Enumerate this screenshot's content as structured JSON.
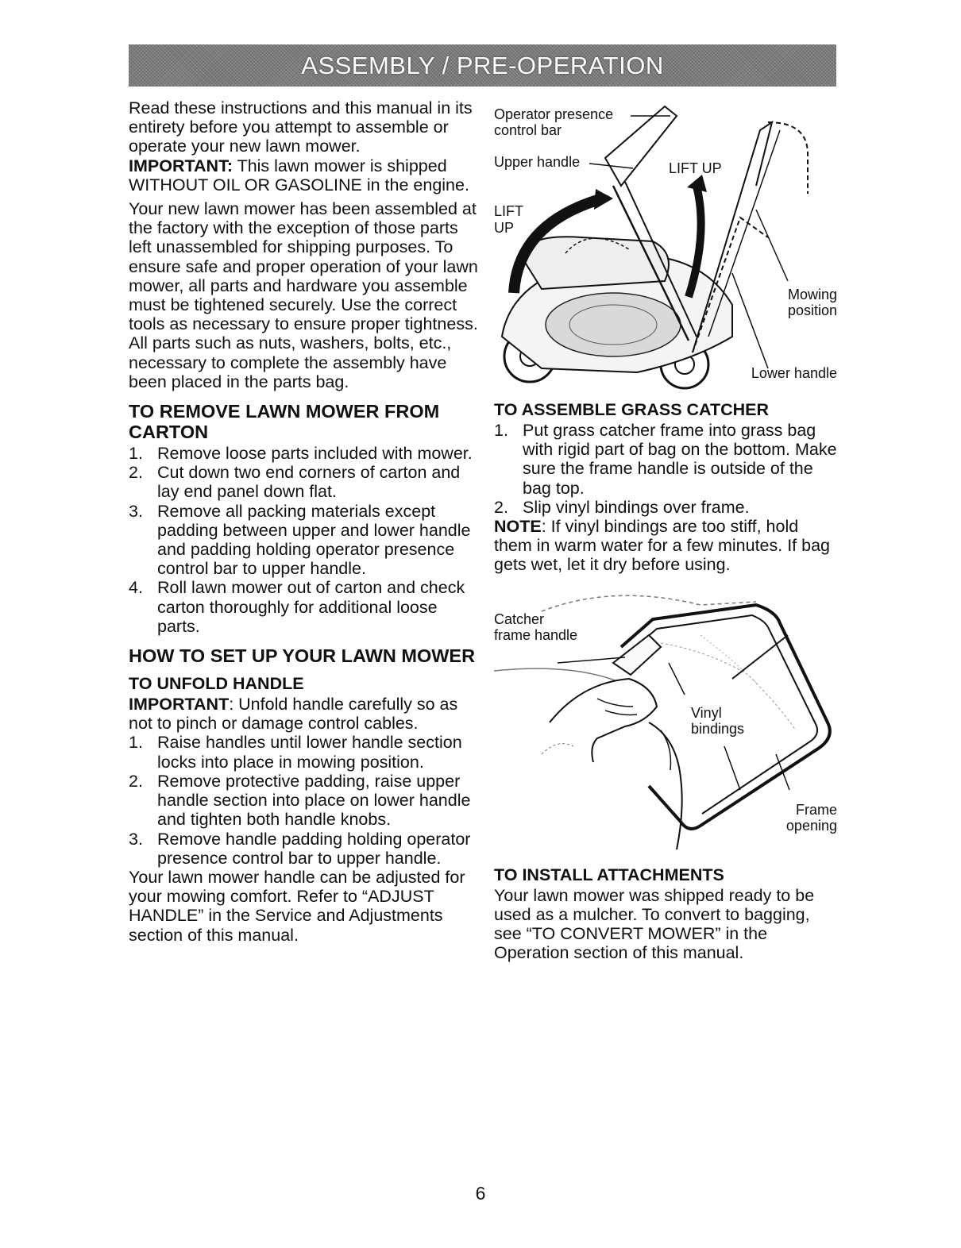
{
  "banner": {
    "title": "ASSEMBLY / PRE-OPERATION"
  },
  "left": {
    "intro": "Read these instructions and this manual in its entirety before you attempt to assemble or operate your new lawn mower.",
    "important1_label": "IMPORTANT:",
    "important1_text": " This lawn mower is shipped WITHOUT OIL OR GASOLINE in the engine.",
    "para2": "Your new lawn mower has been assembled at the factory with the exception of those parts left unassembled for shipping purposes. To ensure safe and proper operation of your lawn mower, all parts and hardware you assemble must be tightened securely. Use the correct tools as necessary to ensure proper tightness. All parts such as nuts, washers, bolts, etc., necessary to complete the assembly have been placed in the parts bag.",
    "remove_heading": "TO REMOVE LAWN MOWER FROM CARTON",
    "remove_steps": [
      {
        "num": "1.",
        "text": "Remove loose parts included with mower."
      },
      {
        "num": "2.",
        "text": "Cut down two end corners of carton and lay end panel down flat."
      },
      {
        "num": "3.",
        "text": "Remove all packing materials except padding between upper and lower handle and padding holding operator presence control bar to upper handle."
      },
      {
        "num": "4.",
        "text": "Roll lawn mower out of carton and check carton thoroughly for additional loose parts."
      }
    ],
    "setup_heading": "HOW TO SET UP YOUR LAWN MOWER",
    "unfold_heading": "TO UNFOLD HANDLE",
    "important2_label": "IMPORTANT",
    "important2_text": ": Unfold handle carefully so as not to pinch or damage control cables.",
    "unfold_steps": [
      {
        "num": "1.",
        "text": "Raise handles until lower handle section locks into place in mowing position."
      },
      {
        "num": "2.",
        "text": "Remove protective padding, raise upper handle section into place on lower handle and tighten both handle knobs."
      },
      {
        "num": "3.",
        "text": "Remove handle padding holding operator presence control bar to upper handle."
      }
    ],
    "closing": "Your lawn mower handle can be adjusted for your mowing comfort. Refer to “ADJUST HANDLE” in the Service and Adjustments section of this manual."
  },
  "figure1": {
    "label_operator": "Operator presence control bar",
    "label_upper": "Upper handle",
    "label_lift_up_right": "LIFT UP",
    "label_lift": "LIFT",
    "label_up": "UP",
    "label_mowing": "Mowing position",
    "label_lower": "Lower handle"
  },
  "right": {
    "catcher_heading": "TO ASSEMBLE GRASS CATCHER",
    "catcher_steps": [
      {
        "num": "1.",
        "text": "Put grass catcher frame into grass bag with rigid part of bag on the bottom. Make sure the frame handle is outside of the bag top."
      },
      {
        "num": "2.",
        "text": "Slip vinyl bindings over frame."
      }
    ],
    "note_label": "NOTE",
    "note_text": ": If vinyl bindings are too stiff, hold them in warm water for a few minutes. If bag gets wet, let it dry before using.",
    "attach_heading": "TO INSTALL ATTACHMENTS",
    "attach_text": "Your lawn mower was shipped ready to be used as a mulcher. To convert to bagging, see “TO CONVERT MOWER” in the Operation section of this manual."
  },
  "figure2": {
    "label_catcher": "Catcher frame handle",
    "label_vinyl": "Vinyl bindings",
    "label_frame": "Frame opening"
  },
  "footer": {
    "page_number": "6"
  }
}
